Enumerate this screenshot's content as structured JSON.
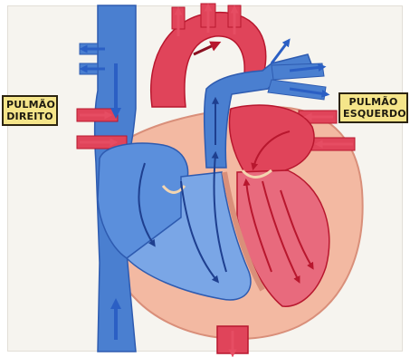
{
  "labels": {
    "left_lung": {
      "line1": "PULMÃO",
      "line2": "DIREITO"
    },
    "right_lung": {
      "line1": "PULMÃO",
      "line2": "ESQUERDO"
    }
  },
  "colors": {
    "deoxygenated_blood": "#4a7fd0",
    "oxygenated_blood": "#e0445a",
    "heart_wall": "#f3b9a2",
    "label_background": "#f5e58a"
  }
}
